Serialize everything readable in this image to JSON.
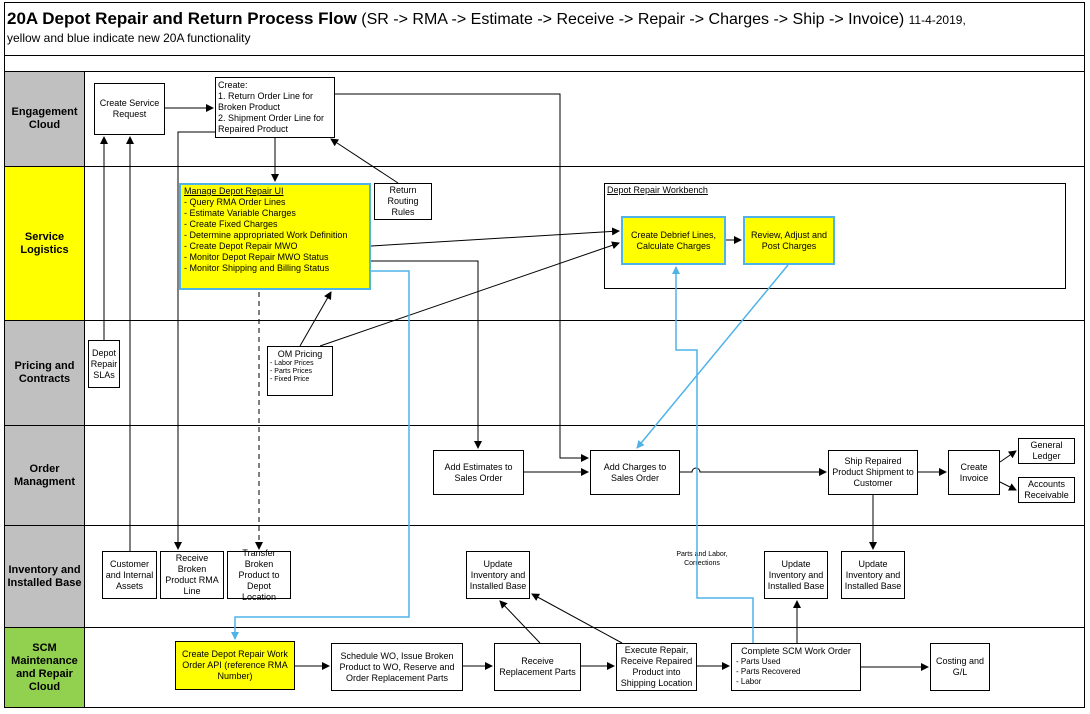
{
  "title": {
    "bold": "20A Depot Repair and Return Process Flow",
    "flow": "(SR -> RMA -> Estimate -> Receive -> Repair -> Charges -> Ship -> Invoice)",
    "date": "11-4-2019,",
    "subtitle": "yellow and blue indicate new 20A functionality"
  },
  "lanes": [
    {
      "label": "Engagement Cloud"
    },
    {
      "label": "Service Logistics"
    },
    {
      "label": "Pricing and Contracts"
    },
    {
      "label": "Order Managment"
    },
    {
      "label": "Inventory and Installed Base"
    },
    {
      "label": "SCM Maintenance and Repair Cloud"
    }
  ],
  "boxes": {
    "create_sr": "Create Service Request",
    "create_lines_title": "Create:",
    "create_lines_1": "1. Return Order Line for Broken Product",
    "create_lines_2": "2. Shipment Order Line for Repaired Product",
    "return_routing": "Return Routing Rules",
    "manage_title": "Manage Depot Repair UI",
    "manage_items": [
      "- Query RMA Order Lines",
      "- Estimate Variable Charges",
      "- Create Fixed Charges",
      "- Determine appropriated Work Definition",
      "- Create Depot Repair MWO",
      "- Monitor Depot Repair MWO Status",
      "- Monitor Shipping and Billing Status"
    ],
    "workbench_title": "Depot Repair Workbench",
    "create_debrief": "Create Debrief Lines, Calculate Charges",
    "review_adjust": "Review, Adjust and Post Charges",
    "depot_slas": "Depot Repair SLAs",
    "om_pricing_title": "OM Pricing",
    "om_pricing_items": [
      "- Labor Prices",
      "- Parts Prices",
      "- Fixed Price"
    ],
    "add_estimates": "Add Estimates to Sales Order",
    "add_charges": "Add Charges to Sales Order",
    "ship_repaired": "Ship Repaired Product Shipment to Customer",
    "create_invoice": "Create Invoice",
    "general_ledger": "General Ledger",
    "accounts_receivable": "Accounts Receivable",
    "customer_assets": "Customer and Internal Assets",
    "receive_broken": "Receive Broken Product RMA Line",
    "transfer_broken": "Transfer Broken Product to Depot Location",
    "update_inv_1": "Update Inventory and Installed Base",
    "update_inv_2": "Update Inventory and Installed Base",
    "update_inv_3": "Update Inventory and Installed Base",
    "parts_labor_note": "Parts and Labor, Corrections",
    "create_wo_api": "Create Depot Repair Work Order API (reference RMA Number)",
    "schedule_wo": "Schedule WO, Issue Broken Product to WO, Reserve and Order Replacement Parts",
    "receive_parts": "Receive Replacement Parts",
    "execute_repair": "Execute Repair, Receive Repaired Product into Shipping Location",
    "complete_scm_title": "Complete SCM Work Order",
    "complete_scm_items": [
      "- Parts Used",
      "- Parts Recovered",
      "- Labor"
    ],
    "costing": "Costing and G/L"
  },
  "colors": {
    "new_functionality_fill": "#ffff00",
    "new_functionality_arrow": "#4fb3e8",
    "lane_gray": "#c0c0c0",
    "lane_yellow": "#ffff00",
    "lane_green": "#92d050"
  }
}
